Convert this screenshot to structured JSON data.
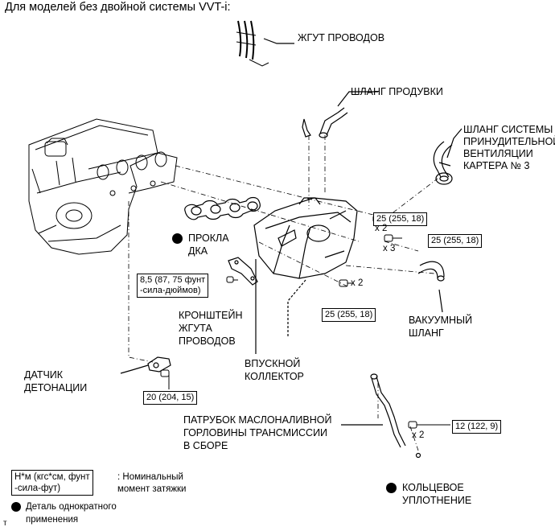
{
  "heading": "Для моделей без двойной системы VVT-i:",
  "labels": {
    "wire_harness": "ЖГУТ ПРОВОДОВ",
    "purge_hose": "ШЛАНГ ПРОДУВКИ",
    "pcv_hose": [
      "ШЛАНГ СИСТЕМЫ",
      "ПРИНУДИТЕЛЬНОЙ",
      "ВЕНТИЛЯЦИИ",
      "КАРТЕРА № 3"
    ],
    "gasket": [
      "ПРОКЛА",
      "ДКА"
    ],
    "wire_bracket": [
      "КРОНШТЕЙН",
      "ЖГУТА",
      "ПРОВОДОВ"
    ],
    "intake_manifold": [
      "ВПУСКНОЙ",
      "КОЛЛЕКТОР"
    ],
    "vacuum_hose": [
      "ВАКУУМНЫЙ",
      "ШЛАНГ"
    ],
    "knock_sensor": [
      "ДАТЧИК",
      "ДЕТОНАЦИИ"
    ],
    "filler_tube": [
      "ПАТРУБОК МАСЛОНАЛИВНОЙ",
      "ГОРЛОВИНЫ ТРАНСМИССИИ",
      "В СБОРЕ"
    ],
    "o_ring": [
      "КОЛЬЦЕВОЕ",
      "УПЛОТНЕНИЕ"
    ]
  },
  "torques": {
    "manifold_top": "25 (255, 18)",
    "manifold_mid": "25 (255, 18)",
    "manifold_bottom": "25 (255, 18)",
    "bracket": [
      "8,5 (87, 75 фунт",
      "-сила-дюймов)"
    ],
    "knock": "20 (204, 15)",
    "filler": "12 (122, 9)"
  },
  "multipliers": {
    "x2a": "x 2",
    "x3": "x 3",
    "x2b": "x 2",
    "x2c": "x 2"
  },
  "legend": {
    "torque_box": [
      "Н*м (кгс*см, фунт",
      "-сила-фут)"
    ],
    "torque_desc": [
      ": Номинальный",
      "момент затяжки"
    ],
    "single_use": [
      "Деталь однократного",
      "применения"
    ]
  },
  "footer_mark": "т"
}
